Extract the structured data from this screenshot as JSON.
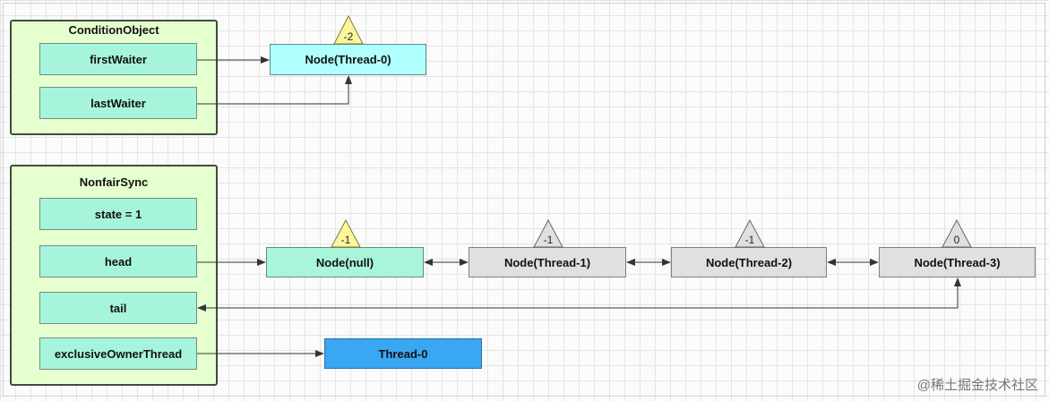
{
  "condition_object": {
    "title": "ConditionObject",
    "fields": [
      "firstWaiter",
      "lastWaiter"
    ]
  },
  "nonfair_sync": {
    "title": "NonfairSync",
    "fields": [
      "state = 1",
      "head",
      "tail",
      "exclusiveOwnerThread"
    ]
  },
  "condition_node": {
    "label": "Node(Thread-0)",
    "wait_status": "-2"
  },
  "queue_nodes": [
    {
      "label": "Node(null)",
      "wait_status": "-1"
    },
    {
      "label": "Node(Thread-1)",
      "wait_status": "-1"
    },
    {
      "label": "Node(Thread-2)",
      "wait_status": "-1"
    },
    {
      "label": "Node(Thread-3)",
      "wait_status": "0"
    }
  ],
  "owner_thread": {
    "label": "Thread-0"
  },
  "watermark": "@稀土掘金技术社区",
  "colors": {
    "group_fill": "#e6ffcf",
    "field_fill": "#a7f4dd",
    "condition_node_fill": "#b0ffff",
    "head_node_fill": "#a9f5da",
    "queued_node_fill": "#e0e0e0",
    "thread_fill": "#3aa7f3",
    "triangle_yellow": "#fff59d",
    "triangle_gray": "#e0e0e0"
  }
}
